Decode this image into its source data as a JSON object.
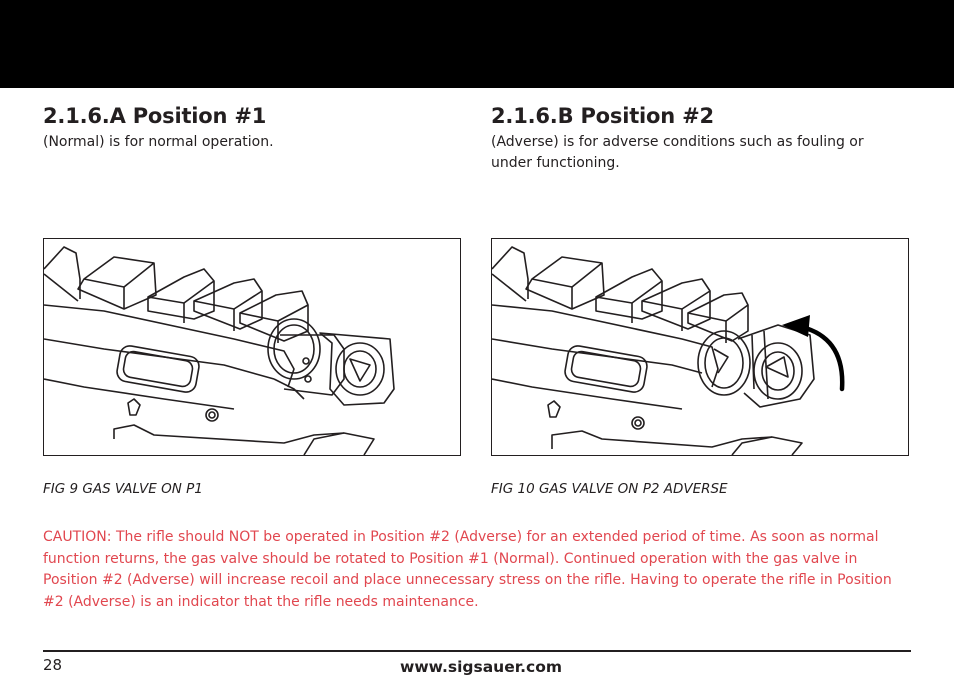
{
  "page": {
    "number": "28",
    "url": "www.sigsauer.com"
  },
  "left": {
    "heading": "2.1.6.A Position #1",
    "description": "(Normal) is for normal operation.",
    "figure_caption": "FIG 9 GAS VALVE ON P1",
    "figure_icon": "rifle-gas-valve-normal-illustration"
  },
  "right": {
    "heading": "2.1.6.B Position #2",
    "description": "(Adverse) is for adverse conditions such as fouling or under functioning.",
    "figure_caption": "FIG 10 GAS VALVE ON P2 ADVERSE",
    "figure_icon": "rifle-gas-valve-adverse-illustration"
  },
  "caution": "CAUTION: The rifle should NOT be operated in Position #2 (Adverse) for an extended period of time. As soon as normal function returns, the gas valve should be rotated to Position #1 (Normal). Continued operation with the gas valve in Position #2 (Adverse) will increase recoil and place unnecessary stress on the rifle. Having to operate the rifle in Position #2 (Adverse) is an indicator that the rifle needs maintenance.",
  "colors": {
    "caution": "#e1474f",
    "header_bar": "#000000",
    "text": "#231f20"
  }
}
